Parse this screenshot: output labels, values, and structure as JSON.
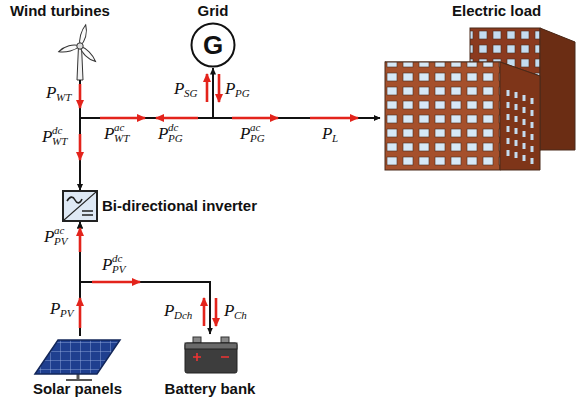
{
  "diagram": {
    "nodes": [
      {
        "text": [
          "Wind turbines"
        ]
      },
      {
        "text": [
          "Grid",
          "G"
        ]
      },
      {
        "text": [
          "Electric load"
        ]
      },
      {
        "text": [
          "Bi-directional inverter"
        ]
      },
      {
        "text": [
          "Solar panels"
        ]
      },
      {
        "text": [
          "Battery bank"
        ]
      }
    ],
    "edges": [
      {
        "from": 0,
        "to": 3,
        "arrow": "to"
      },
      {
        "from": 0,
        "to": 2,
        "arrow": "to"
      },
      {
        "from": 1,
        "to": 2,
        "arrow": "to"
      },
      {
        "from": 1,
        "to": 3,
        "arrow": "both"
      },
      {
        "from": 4,
        "to": 3,
        "arrow": "to"
      },
      {
        "from": 4,
        "to": 5,
        "arrow": "to"
      },
      {
        "from": 5,
        "to": 3,
        "arrow": "to"
      }
    ],
    "labels": [
      "P",
      "WT",
      "P",
      "WT",
      "dc",
      "P",
      "WT",
      "ac",
      "P",
      "PG",
      "dc",
      "P",
      "SG",
      "P",
      "PG",
      "P",
      "PG",
      "ac",
      "P",
      "L",
      "P",
      "PV",
      "ac",
      "P",
      "PV",
      "dc",
      "P",
      "PV",
      "P",
      "Dch",
      "P",
      "Ch"
    ]
  }
}
